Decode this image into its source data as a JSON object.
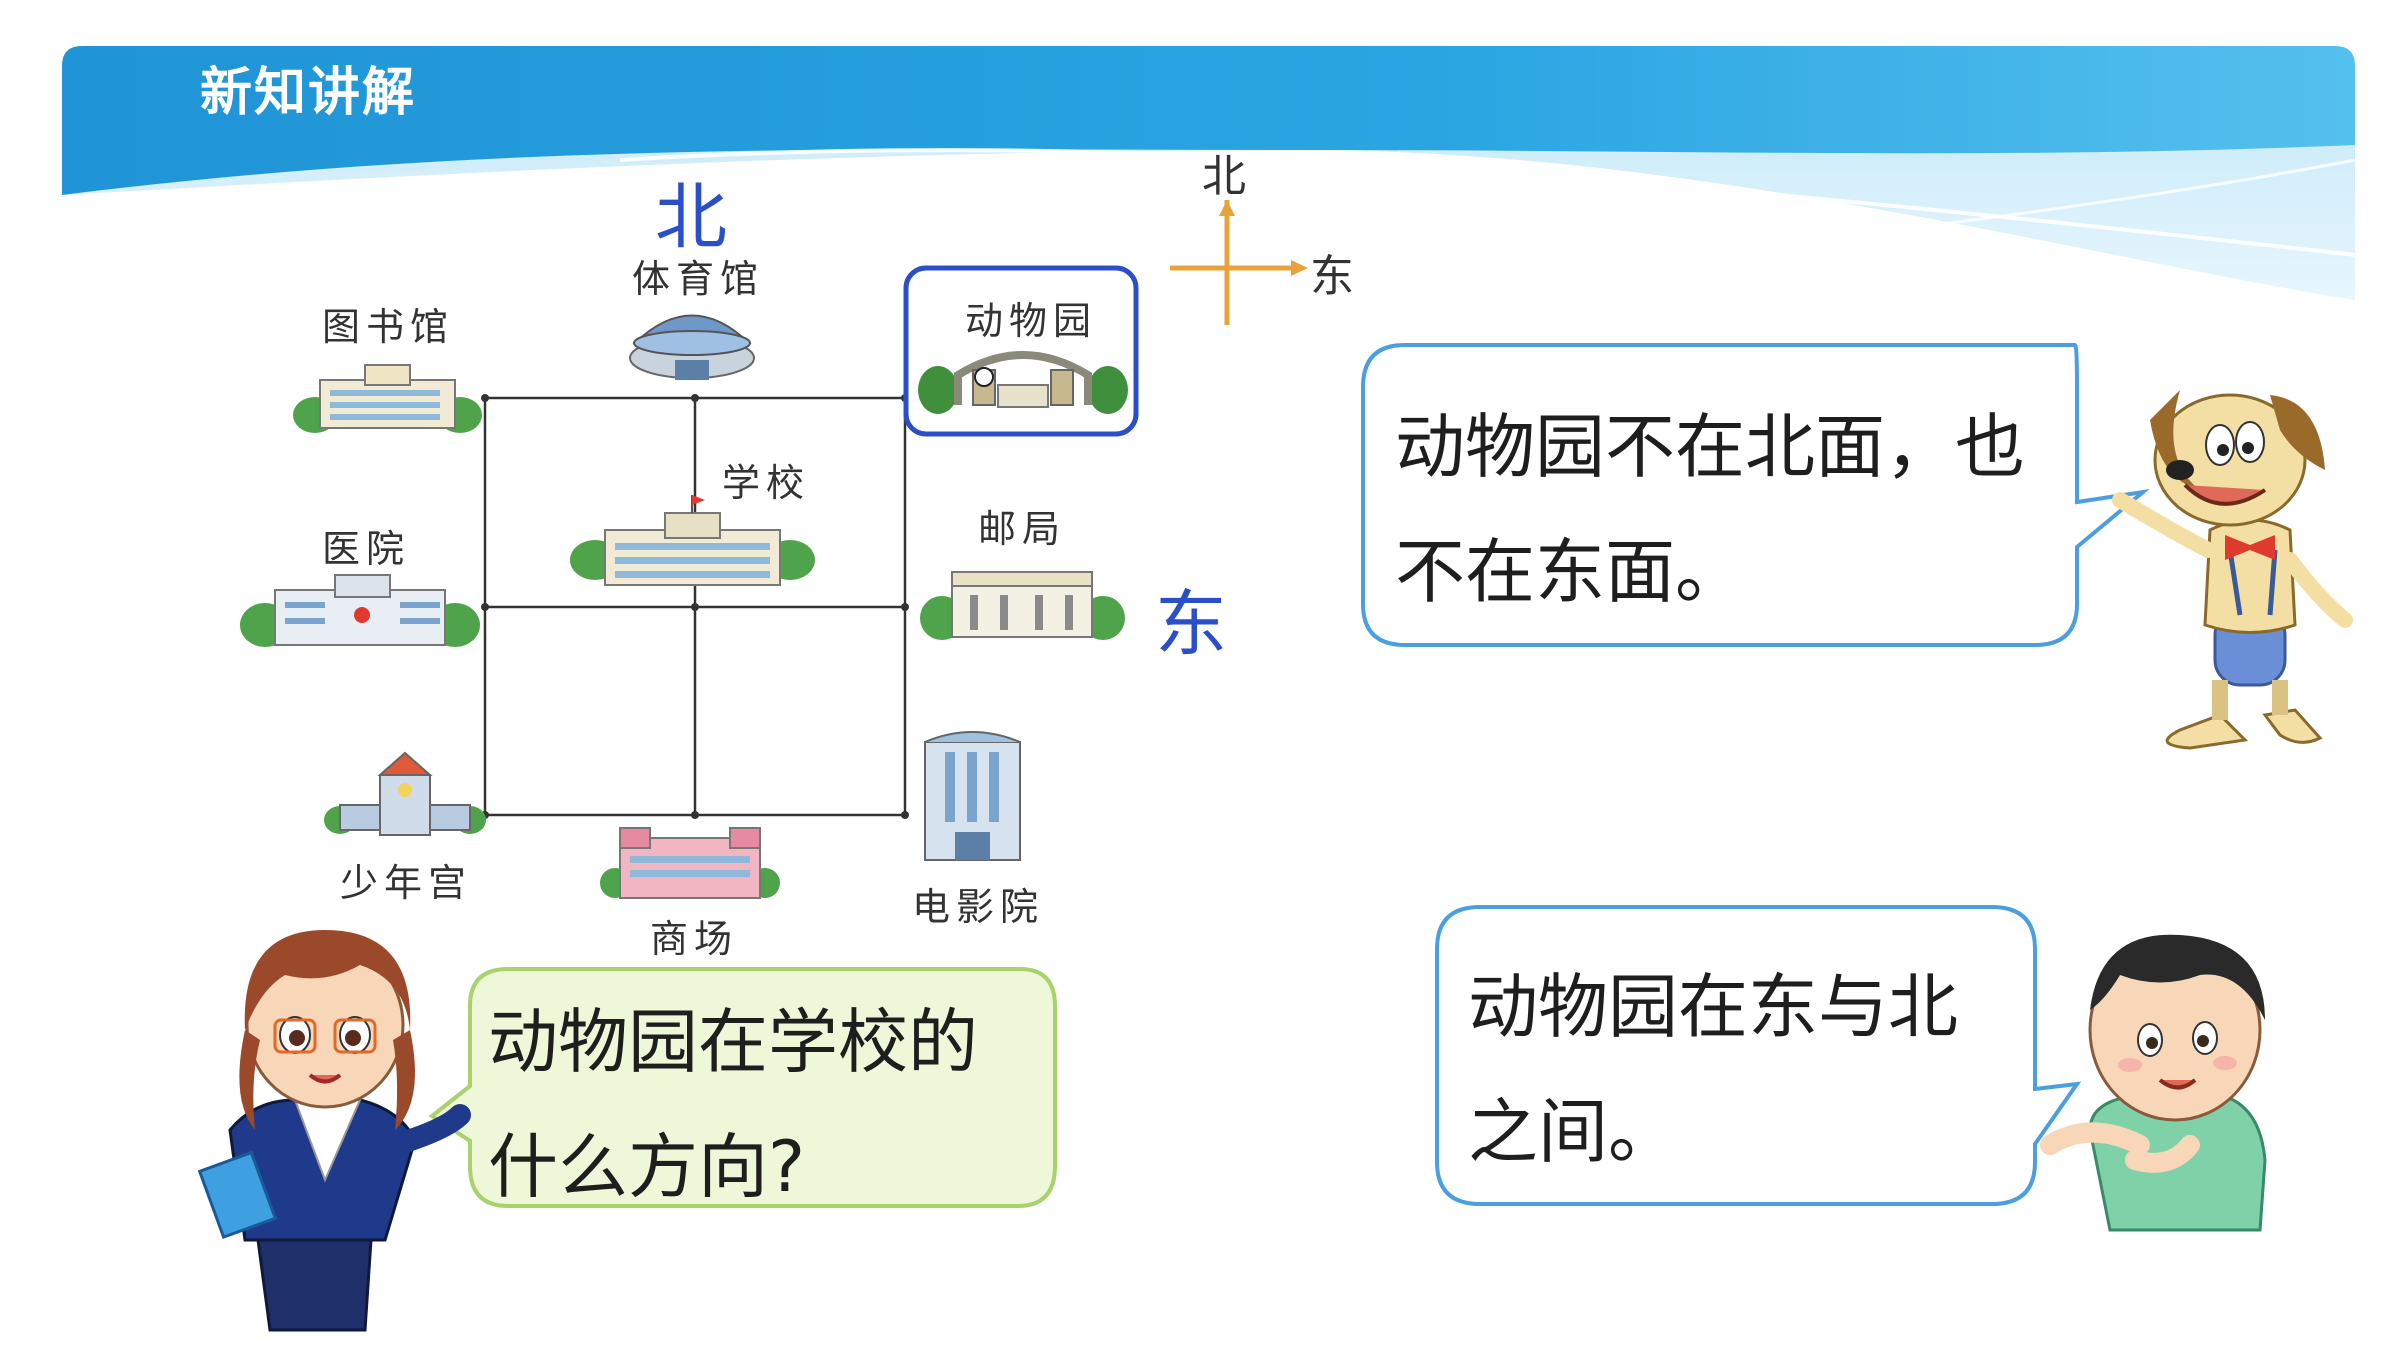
{
  "header": {
    "title": "新知讲解"
  },
  "compass": {
    "north": "北",
    "east": "东"
  },
  "map": {
    "north_label": "北",
    "east_label": "东",
    "buildings": {
      "library": "图书馆",
      "gym": "体育馆",
      "zoo": "动物园",
      "school": "学校",
      "hospital": "医院",
      "post_office": "邮局",
      "youth_palace": "少年宫",
      "mall": "商场",
      "cinema": "电影院"
    }
  },
  "bubbles": {
    "teacher": {
      "line1": "动物园在学校的",
      "line2": "什么方向?"
    },
    "dog": {
      "line1": "动物园不在北面，也",
      "line2": "不在东面。"
    },
    "boy": {
      "line1": "动物园在东与北",
      "line2": "之间。"
    }
  },
  "colors": {
    "header_blue": "#1a9ad9",
    "highlight_blue": "#2b4fc9",
    "bubble_border": "#4a9fe0",
    "teacher_bubble_fill": "#eef7d8",
    "teacher_bubble_border": "#a8d26a",
    "compass_orange": "#e8a23a"
  }
}
